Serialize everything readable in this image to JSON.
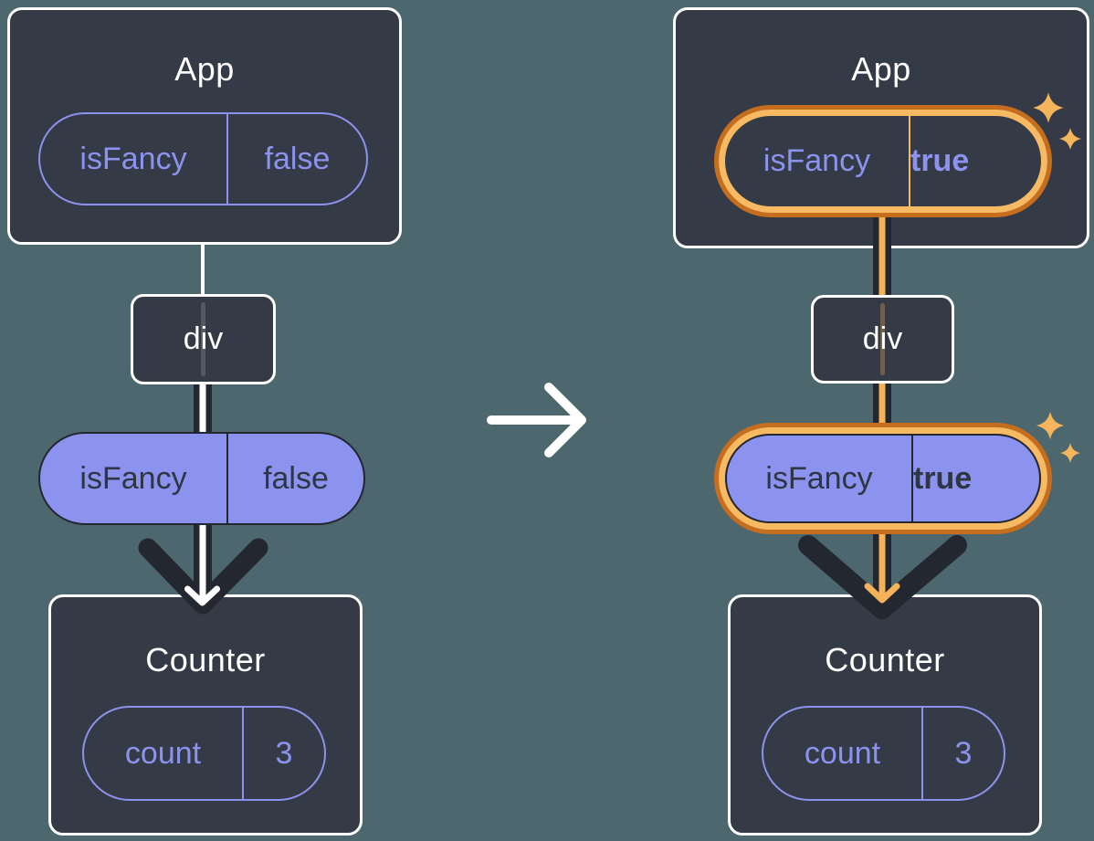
{
  "colors": {
    "bg": "#4D676F",
    "box": "#343A46",
    "boxborder": "#FFFFFF",
    "purple": "#8B93EE",
    "dark": "#23272F",
    "darktext": "#2F3542",
    "odark": "#C76E1E",
    "olight": "#F7BA62",
    "oline": "#F6B25A",
    "sparkle": "#F6B45C",
    "white": "#FFFFFF"
  },
  "left": {
    "app": {
      "title": "App",
      "prop_name": "isFancy",
      "prop_value": "false"
    },
    "div": {
      "label": "div"
    },
    "passed_prop": {
      "name": "isFancy",
      "value": "false"
    },
    "counter": {
      "title": "Counter",
      "state_name": "count",
      "state_value": "3"
    }
  },
  "right": {
    "app": {
      "title": "App",
      "prop_name": "isFancy",
      "prop_value": "true"
    },
    "div": {
      "label": "div"
    },
    "passed_prop": {
      "name": "isFancy",
      "value": "true"
    },
    "counter": {
      "title": "Counter",
      "state_name": "count",
      "state_value": "3"
    }
  },
  "icons": {
    "transition_arrow": "right-arrow",
    "flow_arrow_left": "down-arrow-white",
    "flow_arrow_right": "down-arrow-orange",
    "chevron": "big-down-chevron",
    "sparkles": "sparkle"
  }
}
